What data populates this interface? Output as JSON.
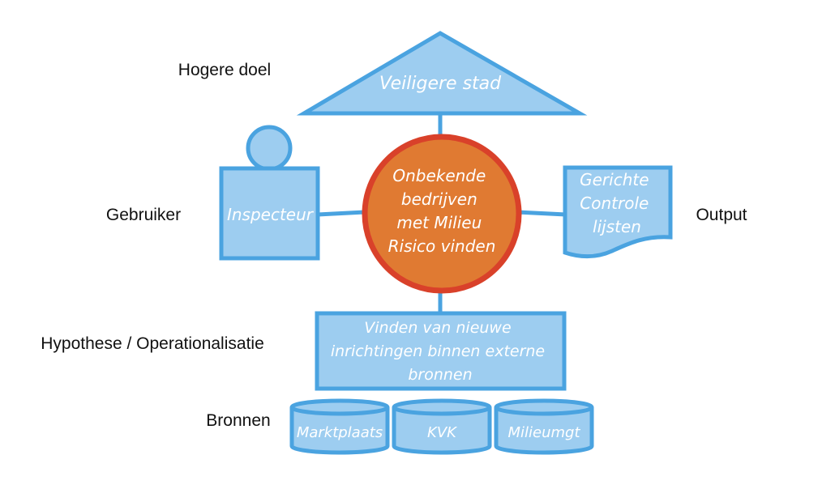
{
  "labels": {
    "higher_goal": "Hogere doel",
    "user": "Gebruiker",
    "output": "Output",
    "hypothesis": "Hypothese / Operationalisatie",
    "sources": "Bronnen"
  },
  "roof": {
    "text": "Veiligere stad"
  },
  "center": {
    "lines": [
      "Onbekende",
      "bedrijven",
      "met Milieu",
      "Risico vinden"
    ]
  },
  "person": {
    "text": "Inspecteur"
  },
  "document": {
    "lines": [
      "Gerichte",
      "Controle",
      "lijsten"
    ]
  },
  "hypothesis_box": {
    "lines": [
      "Vinden van nieuwe",
      "inrichtingen binnen externe",
      "bronnen"
    ]
  },
  "sources": [
    {
      "text": "Marktplaats"
    },
    {
      "text": "KVK"
    },
    {
      "text": "Milieumgt"
    }
  ],
  "colors": {
    "shape_fill": "#9dcdf0",
    "shape_stroke": "#4aa3e0",
    "center_fill": "#e07a32",
    "center_stroke": "#d9412a",
    "label_text": "#111111"
  }
}
